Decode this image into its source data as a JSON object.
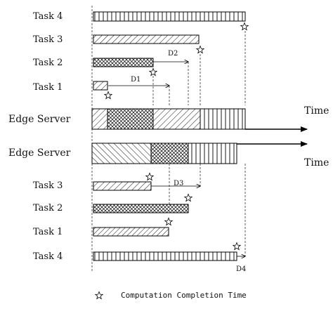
{
  "top": {
    "tasks": [
      {
        "label": "Task 4",
        "pattern": "vert"
      },
      {
        "label": "Task 3",
        "pattern": "diag"
      },
      {
        "label": "Task 2",
        "pattern": "cross"
      },
      {
        "label": "Task 1",
        "pattern": "diag"
      }
    ],
    "server_label": "Edge Server",
    "time_label": "Time",
    "delays": [
      "D2",
      "D1"
    ]
  },
  "bottom": {
    "server_label": "Edge Server",
    "time_label": "Time",
    "tasks": [
      {
        "label": "Task 3",
        "pattern": "diag"
      },
      {
        "label": "Task 2",
        "pattern": "cross"
      },
      {
        "label": "Task 1",
        "pattern": "diag2"
      },
      {
        "label": "Task 4",
        "pattern": "vert"
      }
    ],
    "delays": [
      "D3",
      "D4"
    ]
  },
  "legend": {
    "icon": "star-icon",
    "text": "Computation Completion Time"
  }
}
